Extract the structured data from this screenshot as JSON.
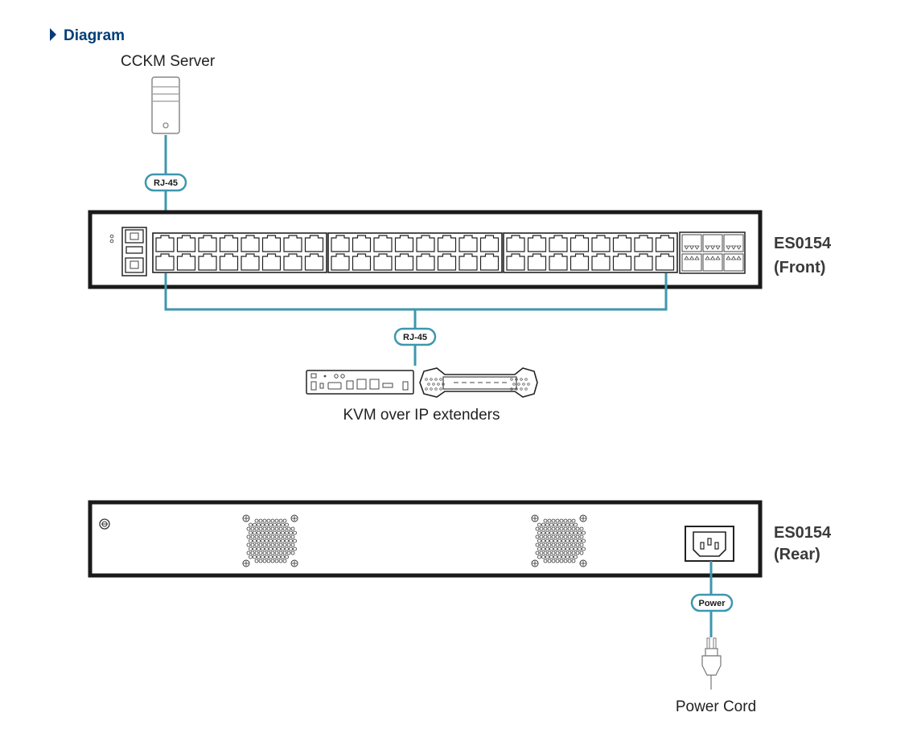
{
  "header": {
    "title": "Diagram"
  },
  "server": {
    "label": "CCKM Server"
  },
  "cable_top": {
    "label": "RJ-45"
  },
  "front": {
    "line1": "ES0154",
    "line2": "(Front)"
  },
  "cable_mid": {
    "label": "RJ-45"
  },
  "extenders": {
    "label": "KVM over IP extenders"
  },
  "rear": {
    "line1": "ES0154",
    "line2": "(Rear)"
  },
  "cable_power": {
    "label": "Power"
  },
  "power_cord": {
    "label": "Power Cord"
  },
  "colors": {
    "accent": "#3e97ae",
    "title": "#003d79",
    "outline": "#1a1a1a"
  }
}
